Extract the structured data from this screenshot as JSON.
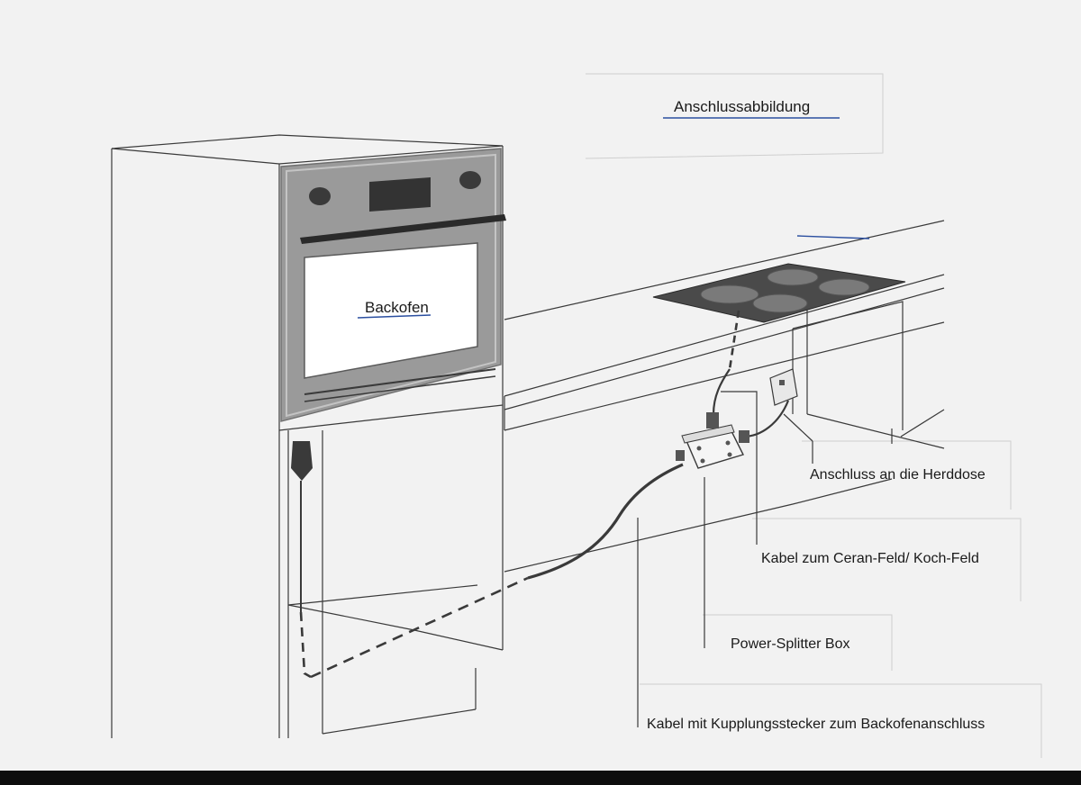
{
  "title": "Anschlussabbildung",
  "labels": {
    "oven": "Backofen",
    "hob_outlet": "Anschluss an die Herddose",
    "cooktop_cable": "Kabel zum Ceran-Feld/ Koch-Feld",
    "splitter_box": "Power-Splitter Box",
    "oven_cable": "Kabel mit Kupplungsstecker zum Backofenanschluss"
  },
  "colors": {
    "underline": "#2b4fa0",
    "line": "#3a3a3a",
    "oven_frame": "#8f8f8f",
    "cooktop": "#4a4a4a",
    "burner": "#777777"
  }
}
